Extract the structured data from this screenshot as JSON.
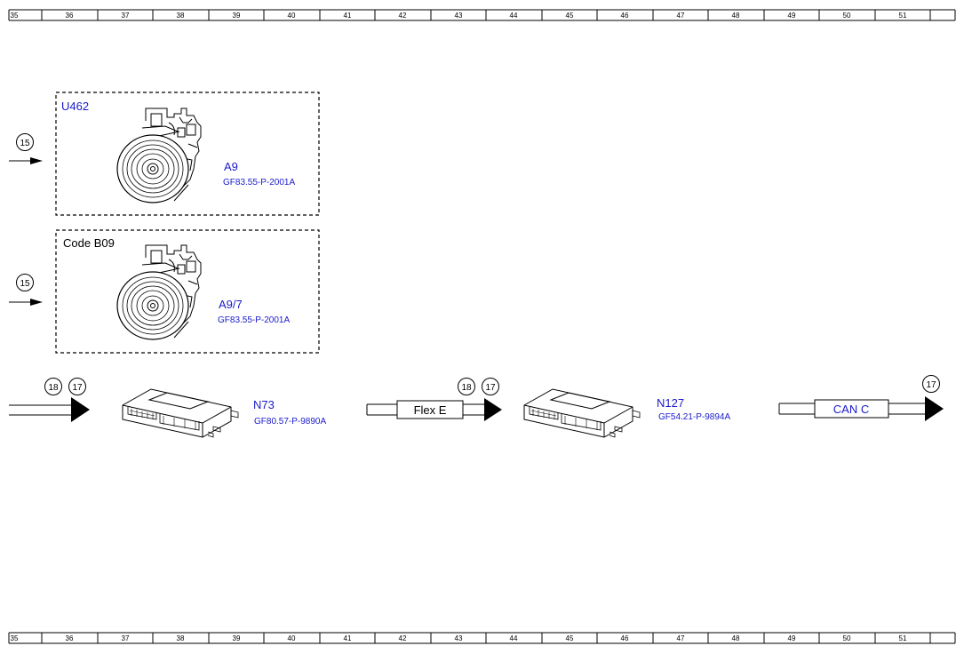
{
  "ruler": {
    "ticks": [
      "35",
      "36",
      "37",
      "38",
      "39",
      "40",
      "41",
      "42",
      "43",
      "44",
      "45",
      "46",
      "47",
      "48",
      "49",
      "50",
      "51"
    ]
  },
  "colors": {
    "component_label": "#1a1acc",
    "bus_can_c_label": "#1a1acc",
    "bus_flex_e_label": "#000000",
    "line": "#000000"
  },
  "variant_boxes": [
    {
      "label": "U462",
      "label_color": "#1a1acc",
      "component": {
        "code": "A9",
        "ref": "GF83.55-P-2001A",
        "icon": "ac-compressor-icon"
      },
      "connection": "15"
    },
    {
      "label": "Code B09",
      "label_color": "#000000",
      "component": {
        "code": "A9/7",
        "ref": "GF83.55-P-2001A",
        "icon": "ac-compressor-icon"
      },
      "connection": "15"
    }
  ],
  "control_units": [
    {
      "code": "N73",
      "ref": "GF80.57-P-9890A",
      "icon": "control-unit-icon"
    },
    {
      "code": "N127",
      "ref": "GF54.21-P-9894A",
      "icon": "control-unit-icon"
    }
  ],
  "buses": [
    {
      "label": "Flex E",
      "connections": [
        "18",
        "17"
      ]
    },
    {
      "label": "CAN C",
      "connections": [
        "17"
      ]
    }
  ],
  "incoming_connections": [
    "18",
    "17"
  ]
}
